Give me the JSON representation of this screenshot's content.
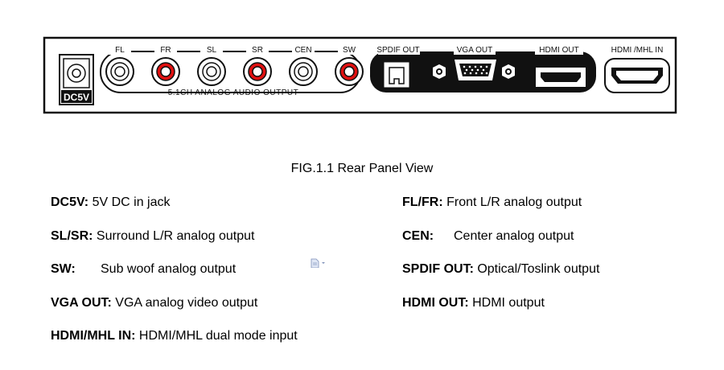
{
  "panel": {
    "power_label": "DC5V",
    "audio_channel_labels": [
      "FL",
      "FR",
      "SL",
      "SR",
      "CEN",
      "SW"
    ],
    "audio_group_label": "5.1CH ANALOG AUDIO OUTPUT",
    "digital_labels": {
      "spdif": "SPDIF OUT",
      "vga": "VGA OUT",
      "hdmi_out": "HDMI OUT"
    },
    "hdmi_in_label": "HDMI /MHL IN",
    "colors": {
      "outline": "#111111",
      "red_jack": "#e01010",
      "white_jack": "#ffffff"
    }
  },
  "caption": "FIG.1.1 Rear Panel View",
  "legend": [
    {
      "term": "DC5V:",
      "desc": " 5V DC in jack"
    },
    {
      "term": "FL/FR:",
      "desc": " Front L/R analog output"
    },
    {
      "term": "SL/SR:",
      "desc": " Surround L/R analog output"
    },
    {
      "term": "CEN:",
      "desc": "Center analog output"
    },
    {
      "term": "SW:",
      "desc": "Sub woof analog output"
    },
    {
      "term": "SPDIF OUT:",
      "desc": " Optical/Toslink output"
    },
    {
      "term": "VGA OUT:",
      "desc": " VGA analog video output"
    },
    {
      "term": "HDMI OUT:",
      "desc": " HDMI output"
    },
    {
      "term": "HDMI/MHL IN:",
      "desc": " HDMI/MHL dual mode input"
    }
  ]
}
